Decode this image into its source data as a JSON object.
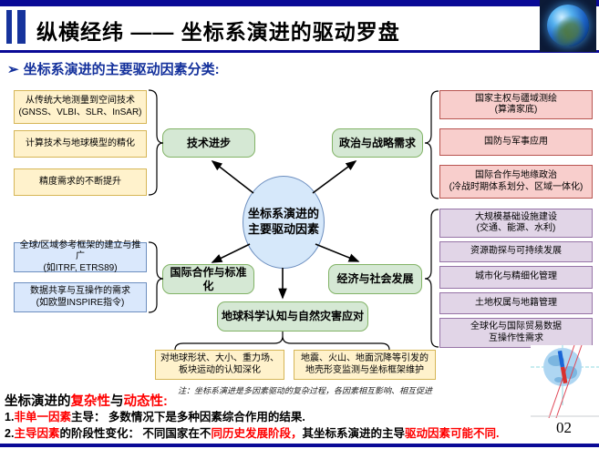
{
  "header": {
    "title": "纵横经纬 —— 坐标系演进的驱动罗盘",
    "page_number": "02"
  },
  "subtitle": {
    "bullet": "➢",
    "text": "坐标系演进的主要驱动因素分类:"
  },
  "diagram": {
    "center": "坐标系演进的\n主要驱动因素",
    "categories": {
      "tech": "技术进步",
      "politics": "政治与战略需求",
      "intl": "国际合作与标准化",
      "economy": "经济与社会发展",
      "earth": "地球科学认知与自然灾害应对"
    },
    "tech_items": [
      "从传统大地测量到空间技术\n(GNSS、VLBI、SLR、InSAR)",
      "计算技术与地球模型的精化",
      "精度需求的不断提升"
    ],
    "politics_items": [
      "国家主权与疆域测绘\n(算清家底)",
      "国防与军事应用",
      "国际合作与地缘政治\n(冷战时期体系划分、区域一体化)"
    ],
    "intl_items": [
      "全球/区域参考框架的建立与推广\n(如ITRF, ETRS89)",
      "数据共享与互操作的需求\n(如欧盟INSPIRE指令)"
    ],
    "economy_items": [
      "大规模基础设施建设\n(交通、能源、水利)",
      "资源勘探与可持续发展",
      "城市化与精细化管理",
      "土地权属与地籍管理",
      "全球化与国际贸易数据\n互操作性需求"
    ],
    "earth_items": [
      "对地球形状、大小、重力场、\n板块运动的认知深化",
      "地震、火山、地面沉降等引发的\n地壳形变监测与坐标框架维护"
    ],
    "note": "注：坐标系演进是多因素驱动的复杂过程，各因素相互影响、相互促进"
  },
  "footer": {
    "heading_parts": [
      {
        "t": "坐标演进的",
        "red": false
      },
      {
        "t": "复杂性",
        "red": true
      },
      {
        "t": "与",
        "red": false
      },
      {
        "t": "动态性:",
        "red": true
      }
    ],
    "line1_parts": [
      {
        "t": "1.",
        "red": false
      },
      {
        "t": "非单一因素",
        "red": true
      },
      {
        "t": "主导：  多数情况下是多种因素综合作用的结果.",
        "red": false
      }
    ],
    "line2_parts": [
      {
        "t": "2.",
        "red": false
      },
      {
        "t": "主导因素",
        "red": true
      },
      {
        "t": "的阶段性变化：  不同国家在不",
        "red": false
      },
      {
        "t": "同历史发展阶段，",
        "red": true
      },
      {
        "t": "其坐标系演进的主导",
        "red": false
      },
      {
        "t": "驱动因素可能不同.",
        "red": true
      }
    ]
  },
  "icons": {
    "earth": "earth-globe-image",
    "compass": "globe-compass-icon"
  },
  "colors": {
    "accent_blue": "#0a0a96",
    "subtitle_blue": "#14319c",
    "red_text": "#ff0000",
    "yellow_fill": "#FFF2CC",
    "yellow_border": "#D6B656",
    "green_fill": "#D5E8D4",
    "green_border": "#82B366",
    "pink_fill": "#F8CECC",
    "pink_border": "#B85450",
    "blue_fill": "#DAE8FC",
    "blue_border": "#6C8EBF",
    "purple_fill": "#E1D5E7",
    "purple_border": "#9673A6"
  }
}
